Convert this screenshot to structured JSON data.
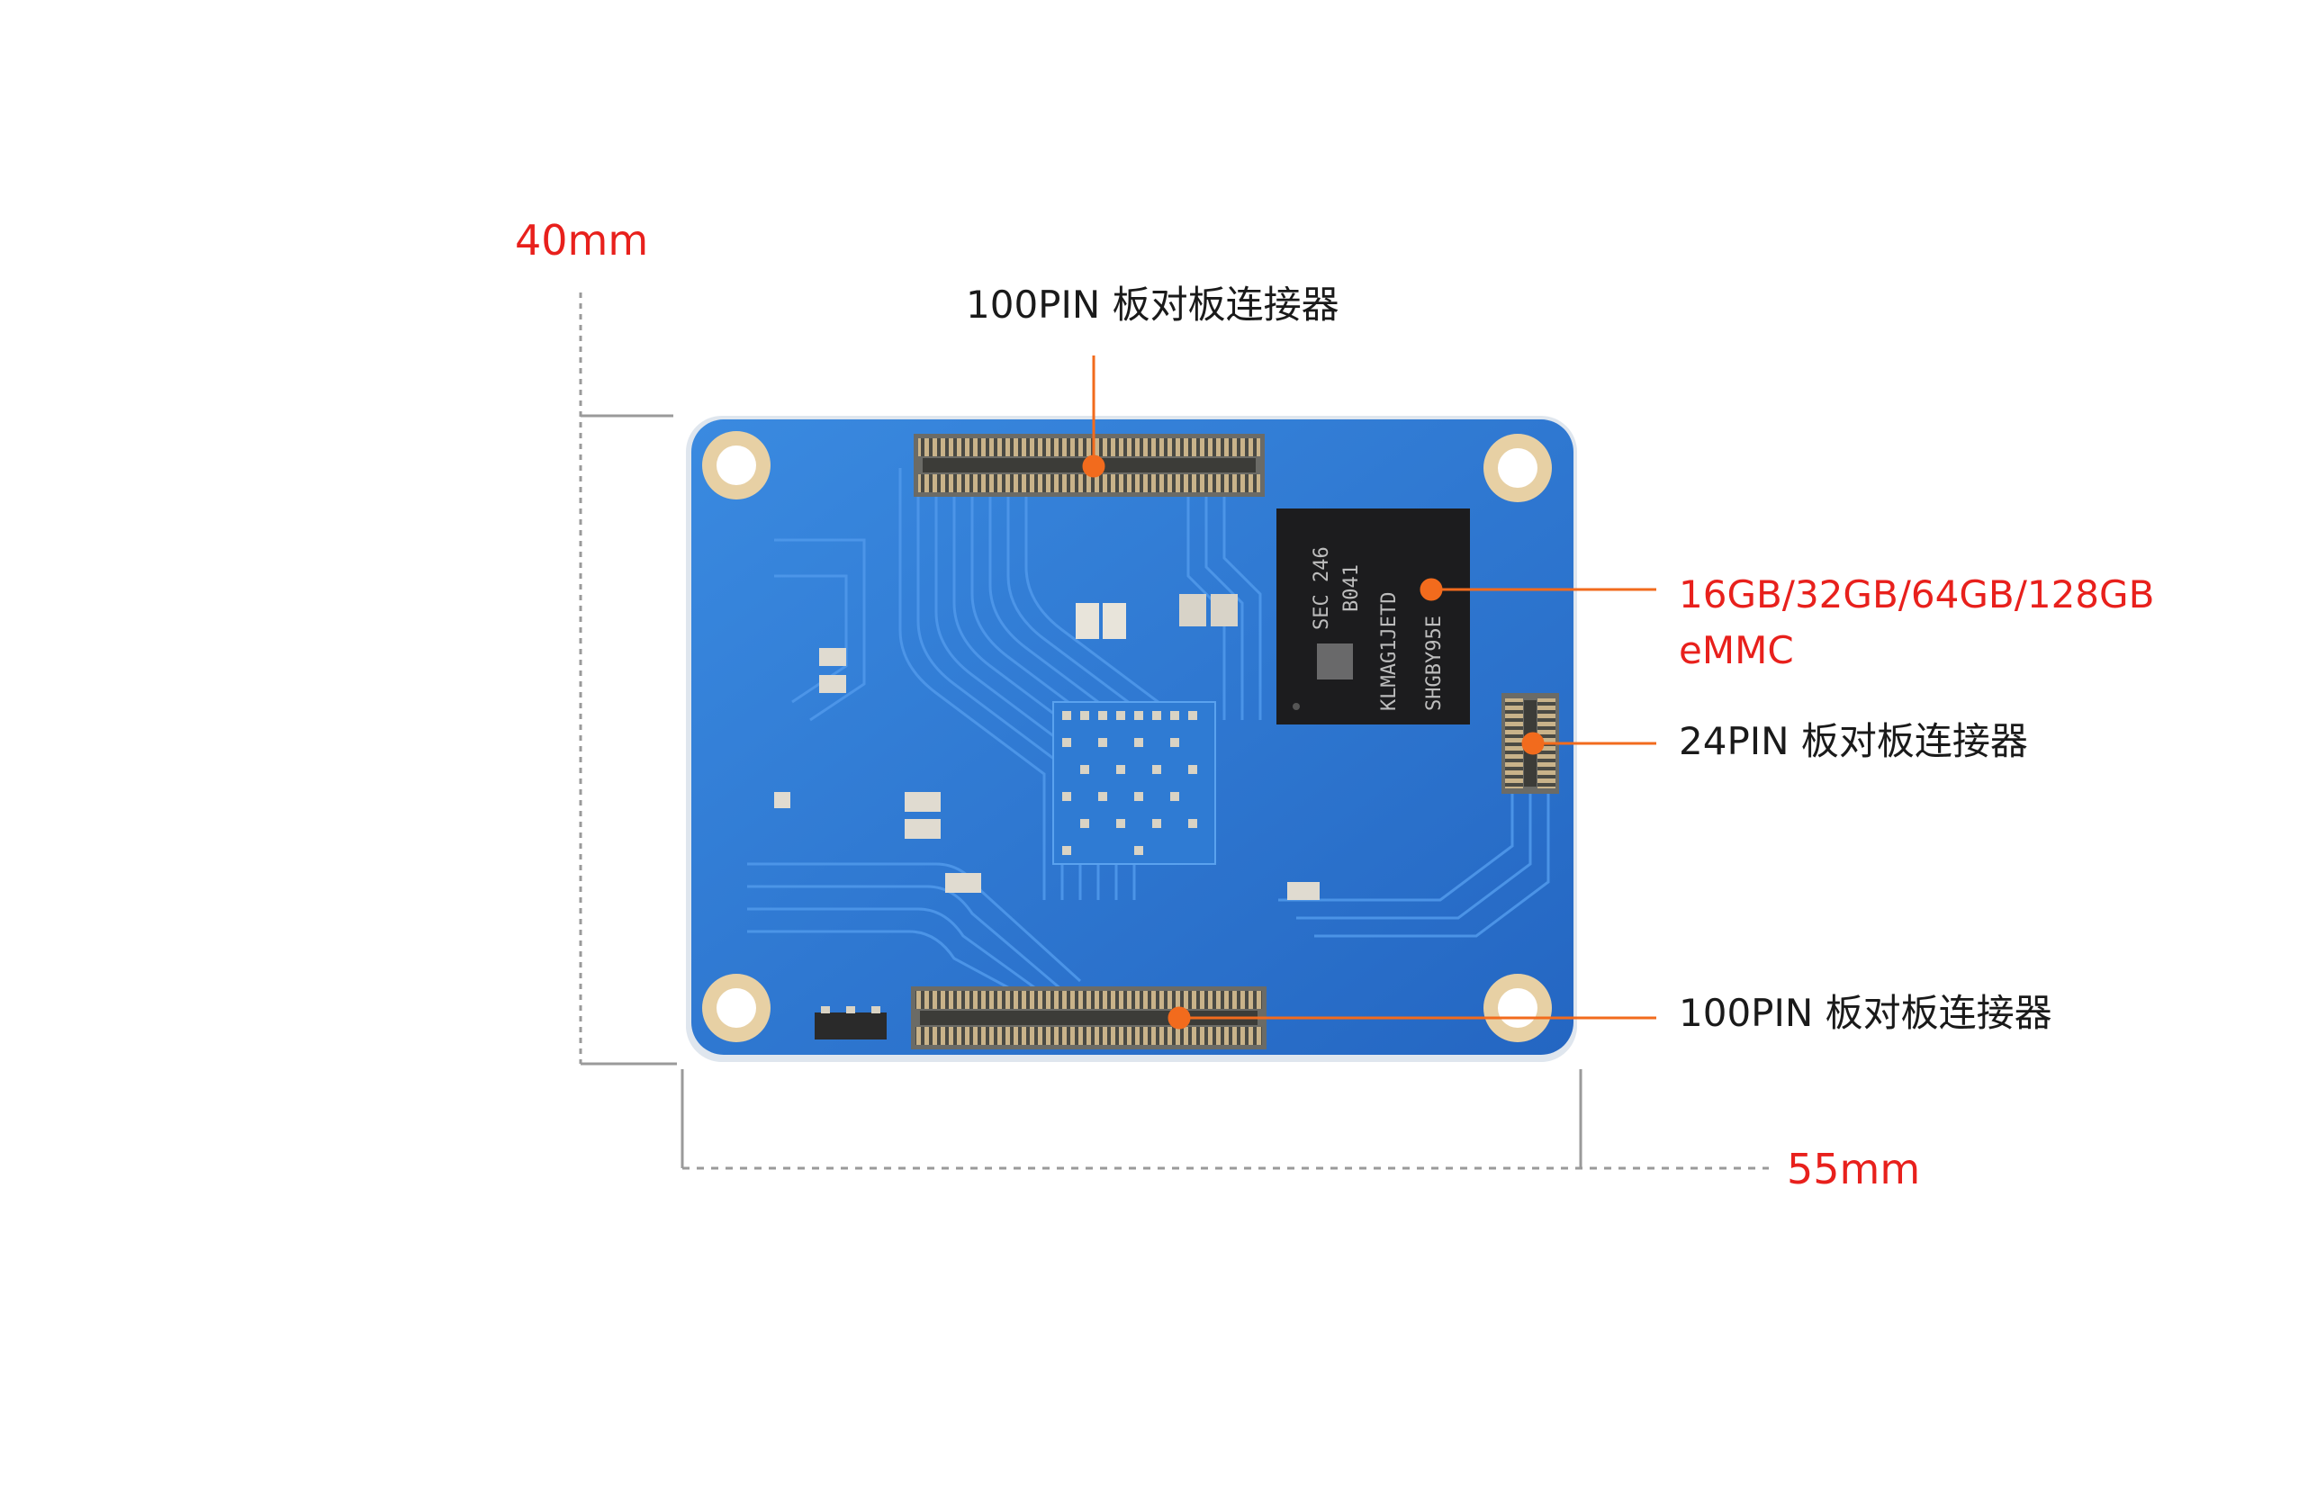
{
  "dimensions": {
    "height_label": "40mm",
    "width_label": "55mm"
  },
  "callouts": {
    "top_connector": "100PIN 板对板连接器",
    "emmc_line1": "16GB/32GB/64GB/128GB",
    "emmc_line2": "eMMC",
    "small_connector": "24PIN 板对板连接器",
    "bottom_connector": "100PIN 板对板连接器"
  },
  "chip_markings": {
    "line1": "SEC 246",
    "line2": "B041",
    "line3": "KLMAG1JETD",
    "line4": "SHGBY95E"
  },
  "colors": {
    "dimension_text": "#e8201c",
    "emmc_text": "#e8201c",
    "callout_text": "#1a1a1a",
    "leader_line": "#f26b1d",
    "dimension_line": "#9a9a9a",
    "pcb_blue": "#2a79d1",
    "pad_gold": "#e7d0a4"
  }
}
